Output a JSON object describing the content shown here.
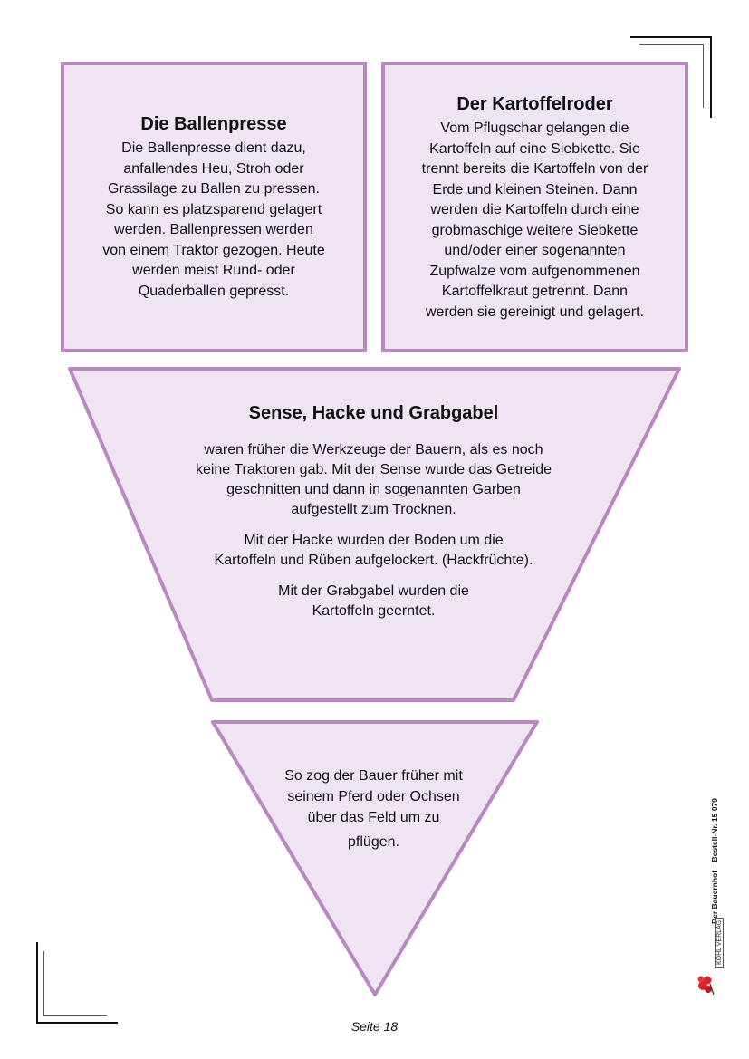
{
  "ballenpresse": {
    "title": "Die Ballenpresse",
    "lines": [
      "Die Ballenpresse dient dazu,",
      "anfallendes Heu, Stroh oder",
      "Grassilage zu Ballen zu pressen.",
      "So kann es platzsparend gelagert",
      "werden. Ballenpressen werden",
      "von einem Traktor gezogen. Heute",
      "werden meist Rund- oder",
      "Quaderballen gepresst."
    ]
  },
  "kartoffelroder": {
    "title": "Der Kartoffelroder",
    "lines": [
      "Vom Pflugschar gelangen die",
      "Kartoffeln auf eine Siebkette. Sie",
      "trennt bereits die Kartoffeln von der",
      "Erde und kleinen Steinen. Dann",
      "werden die Kartoffeln durch eine",
      "grobmaschige weitere Siebkette",
      "und/oder einer sogenannten",
      "Zupfwalze vom aufgenommenen",
      "Kartoffelkraut getrennt. Dann",
      "werden sie gereinigt und gelagert."
    ]
  },
  "werkzeuge": {
    "title": "Sense, Hacke und Grabgabel",
    "para1": [
      "waren früher die Werkzeuge der Bauern, als es noch",
      "keine Traktoren gab. Mit der Sense wurde das Getreide",
      "geschnitten und dann in sogenannten Garben",
      "aufgestellt zum Trocknen."
    ],
    "para2": [
      "Mit der Hacke wurden der Boden um die",
      "Kartoffeln und Rüben aufgelockert. (Hackfrüchte)."
    ],
    "para3": [
      "Mit der Grabgabel wurden die",
      "Kartoffeln geerntet."
    ]
  },
  "pflug": {
    "lines": [
      "So zog der Bauer früher mit",
      "seinem Pferd oder Ochsen",
      "über das Feld um zu"
    ],
    "last": "pflügen."
  },
  "side": {
    "text": "Der Bauernhof  –  Bestell-Nr. 15 079",
    "publisher": "KOHL VERLAG"
  },
  "footer": {
    "page": "Seite 18"
  },
  "colors": {
    "fill": "#efe5f2",
    "border": "#b987c1"
  }
}
